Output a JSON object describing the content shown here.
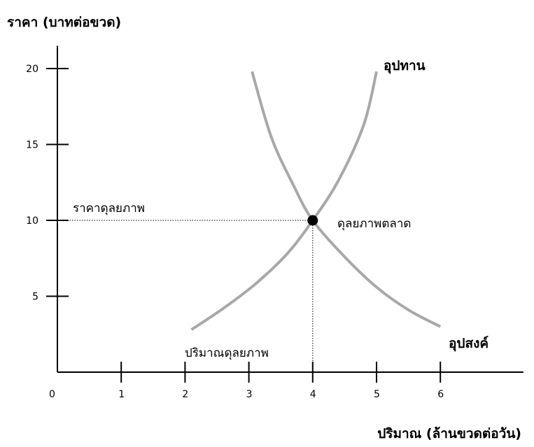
{
  "chart_data": {
    "type": "line",
    "ylabel": "ราคา (บาทต่อขวด)",
    "xlabel": "ปริมาณ (ล้านขวดต่อวัน)",
    "x_ticks": [
      0,
      1,
      2,
      3,
      4,
      5,
      6
    ],
    "y_ticks": [
      5,
      10,
      15,
      20
    ],
    "xlim": [
      0,
      7.3
    ],
    "ylim": [
      0,
      21.5
    ],
    "grid": false,
    "series": [
      {
        "name": "อุปทาน",
        "x": [
          2.1,
          2.6,
          3.1,
          3.6,
          4.0,
          4.4,
          4.8,
          5.0
        ],
        "y": [
          2.8,
          4.2,
          5.8,
          7.8,
          10.0,
          12.6,
          16.3,
          19.8
        ]
      },
      {
        "name": "อุปสงค์",
        "x": [
          3.05,
          3.35,
          3.7,
          4.0,
          4.5,
          5.0,
          5.5,
          6.0
        ],
        "y": [
          19.8,
          15.5,
          12.3,
          10.0,
          7.6,
          5.6,
          4.1,
          3.0
        ]
      }
    ],
    "equilibrium": {
      "x": 4,
      "y": 10
    },
    "annotations": {
      "equilibrium_price": "ราคาดุลยภาพ",
      "equilibrium_quantity": "ปริมาณดุลยภาพ",
      "equilibrium_point": "ดุลยภาพตลาด"
    },
    "colors": {
      "curve": "#a8a8a8",
      "axis": "#000000",
      "point": "#000000"
    }
  }
}
